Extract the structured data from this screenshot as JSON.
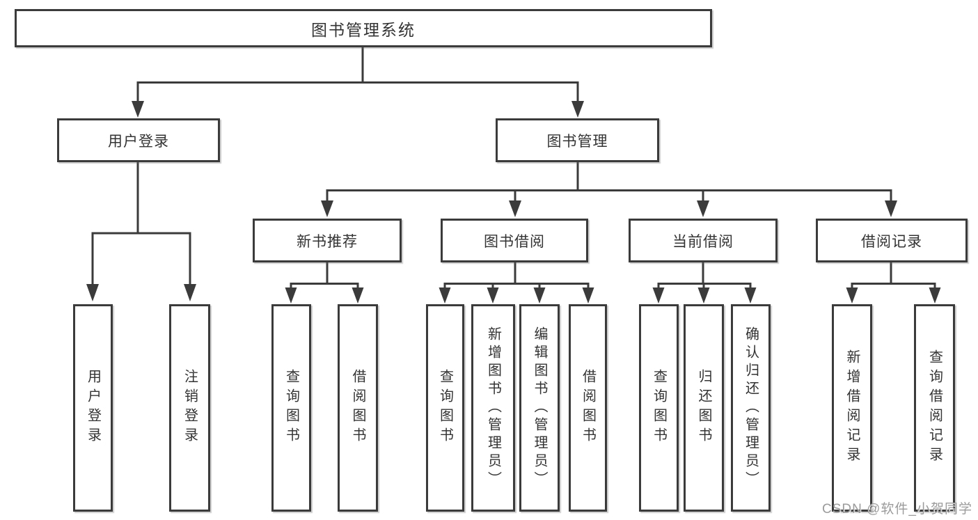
{
  "diagram": {
    "root": {
      "label": "图书管理系统"
    },
    "level2": [
      {
        "label": "用户登录"
      },
      {
        "label": "图书管理"
      }
    ],
    "level3": [
      {
        "label": "新书推荐"
      },
      {
        "label": "图书借阅"
      },
      {
        "label": "当前借阅"
      },
      {
        "label": "借阅记录"
      }
    ],
    "leaves": [
      {
        "label": "用户登录"
      },
      {
        "label": "注销登录"
      },
      {
        "label": "查询图书"
      },
      {
        "label": "借阅图书"
      },
      {
        "label": "查询图书"
      },
      {
        "label": "新增图书（管理员）"
      },
      {
        "label": "编辑图书（管理员）"
      },
      {
        "label": "借阅图书"
      },
      {
        "label": "查询图书"
      },
      {
        "label": "归还图书"
      },
      {
        "label": "确认归还（管理员）"
      },
      {
        "label": "新增借阅记录"
      },
      {
        "label": "查询借阅记录"
      }
    ]
  },
  "watermark": {
    "text": "CSDN @软件_小贺同学"
  },
  "colors": {
    "line": "#3b3b3b",
    "box_border": "#3b3b3b",
    "text": "#333333",
    "background": "#ffffff",
    "watermark": "#9b9b9b"
  }
}
